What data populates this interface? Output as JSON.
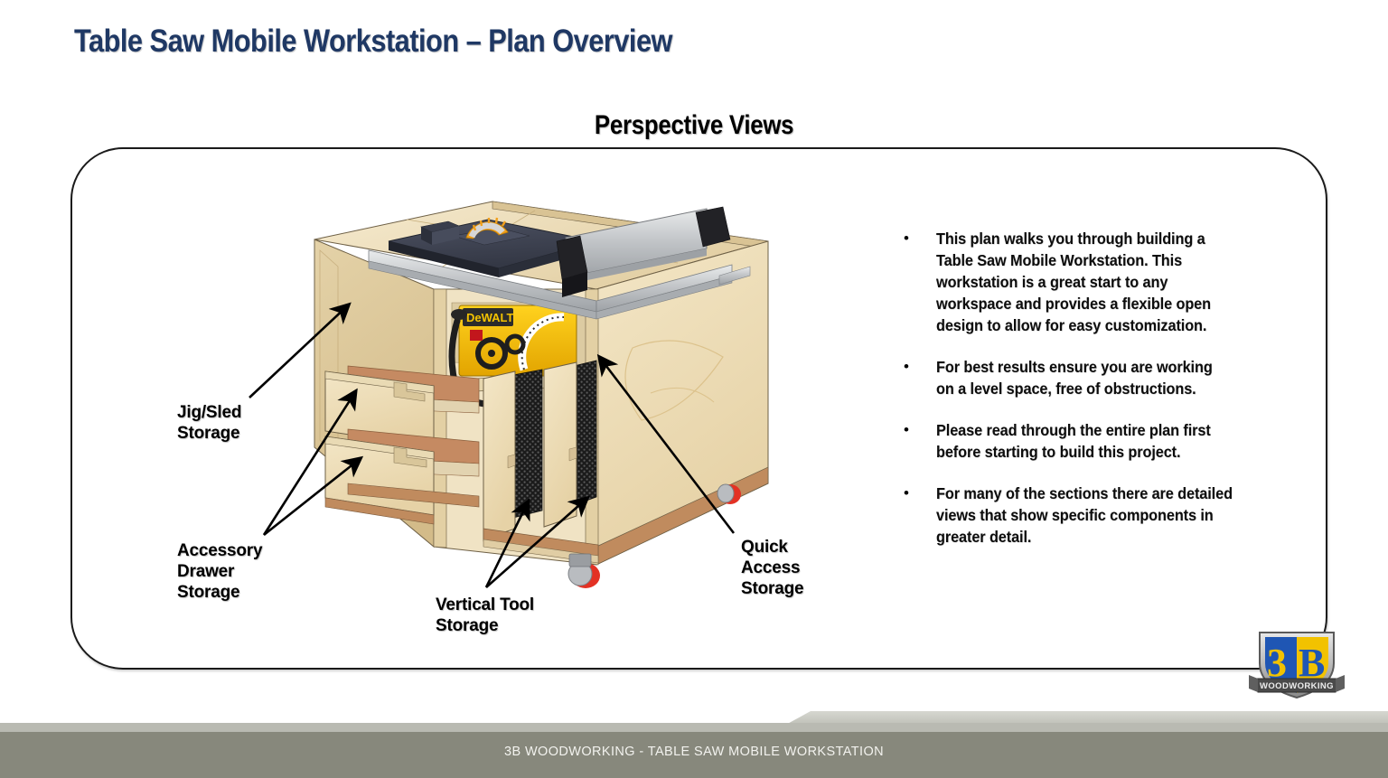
{
  "slide": {
    "title": "Table Saw Mobile Workstation – Plan Overview",
    "section_heading": "Perspective Views",
    "title_color": "#1F3864",
    "heading_color": "#000000",
    "background_color": "#FFFFFF"
  },
  "bullets": [
    {
      "marker": "•",
      "text": "This plan walks you through building a Table Saw Mobile Workstation.  This workstation is a great start to any workspace and provides a flexible open design to allow for easy customization."
    },
    {
      "marker": "•",
      "text": "For best results ensure you are working on  a level space, free of obstructions."
    },
    {
      "marker": "•",
      "text": "Please read through the entire plan first before starting to build this project."
    },
    {
      "marker": "•",
      "text": "For many of the sections there are detailed views that show specific components in greater detail."
    }
  ],
  "callouts": [
    {
      "id": "jig-sled",
      "text": "Jig/Sled\nStorage"
    },
    {
      "id": "accessory-drawer",
      "text": "Accessory\nDrawer\nStorage"
    },
    {
      "id": "vertical-tool",
      "text": "Vertical Tool\nStorage"
    },
    {
      "id": "quick-access",
      "text": "Quick\nAccess\nStorage"
    }
  ],
  "illustration": {
    "name": "table-saw-mobile-workstation-perspective-render",
    "saw_brand_text": "DeWALT",
    "colors": {
      "plywood": "#EFE0BC",
      "plywood_shadow": "#DCC89A",
      "plywood_edge": "#C9A86F",
      "saw_body": "#F0B800",
      "saw_top": "#414656",
      "blade": "#F6A01A",
      "fence_rail": "#C9CBCE",
      "caster_red": "#E33124",
      "pegboard": "#1C1C1C",
      "drawer_interior": "#C08060"
    }
  },
  "logo": {
    "primary_text": "3B",
    "banner_text": "WOODWORKING",
    "blue": "#1F56B4",
    "yellow": "#F2C200",
    "banner_gray": "#4A4A4A"
  },
  "footer": {
    "text": "3B WOODWORKING - TABLE SAW MOBILE WORKSTATION",
    "bar_color": "#87887C",
    "text_color": "#F2F2EE"
  }
}
